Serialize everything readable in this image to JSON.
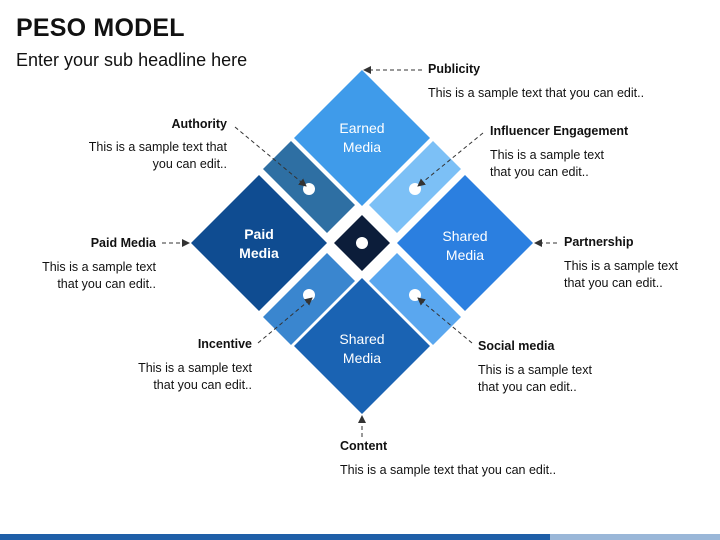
{
  "title": "PESO MODEL",
  "subtitle": "Enter your sub headline here",
  "quadrants": {
    "top": {
      "line1": "Earned",
      "line2": "Media",
      "color": "#3f9bea"
    },
    "left": {
      "line1": "Paid",
      "line2": "Media",
      "color": "#0f4c91"
    },
    "right": {
      "line1": "Shared",
      "line2": "Media",
      "color": "#2b7fe0"
    },
    "bottom": {
      "line1": "Shared",
      "line2": "Media",
      "color": "#1a63b3"
    }
  },
  "connectors": {
    "top_left": "#2e6fa3",
    "top_right": "#7cc0f6",
    "bottom_left": "#3a86cf",
    "bottom_right": "#5aa7ef",
    "center": "#0c1d3a"
  },
  "callouts": {
    "publicity": {
      "label": "Publicity",
      "text": "This is a sample text that you can edit.."
    },
    "authority": {
      "label": "Authority",
      "line1": "This is a sample text that",
      "line2": "you can edit.."
    },
    "influencer": {
      "label": "Influencer Engagement",
      "line1": "This is a sample text",
      "line2": "that you can edit.."
    },
    "paid_media": {
      "label": "Paid Media",
      "line1": "This is a sample text",
      "line2": "that you can edit.."
    },
    "partnership": {
      "label": "Partnership",
      "line1": "This is a sample text",
      "line2": "that you can edit.."
    },
    "incentive": {
      "label": "Incentive",
      "line1": "This is a sample text",
      "line2": "that you can edit.."
    },
    "social": {
      "label": "Social media",
      "line1": "This is a sample text",
      "line2": "that you can edit.."
    },
    "content": {
      "label": "Content",
      "text": "This is a sample text that you can edit.."
    }
  }
}
